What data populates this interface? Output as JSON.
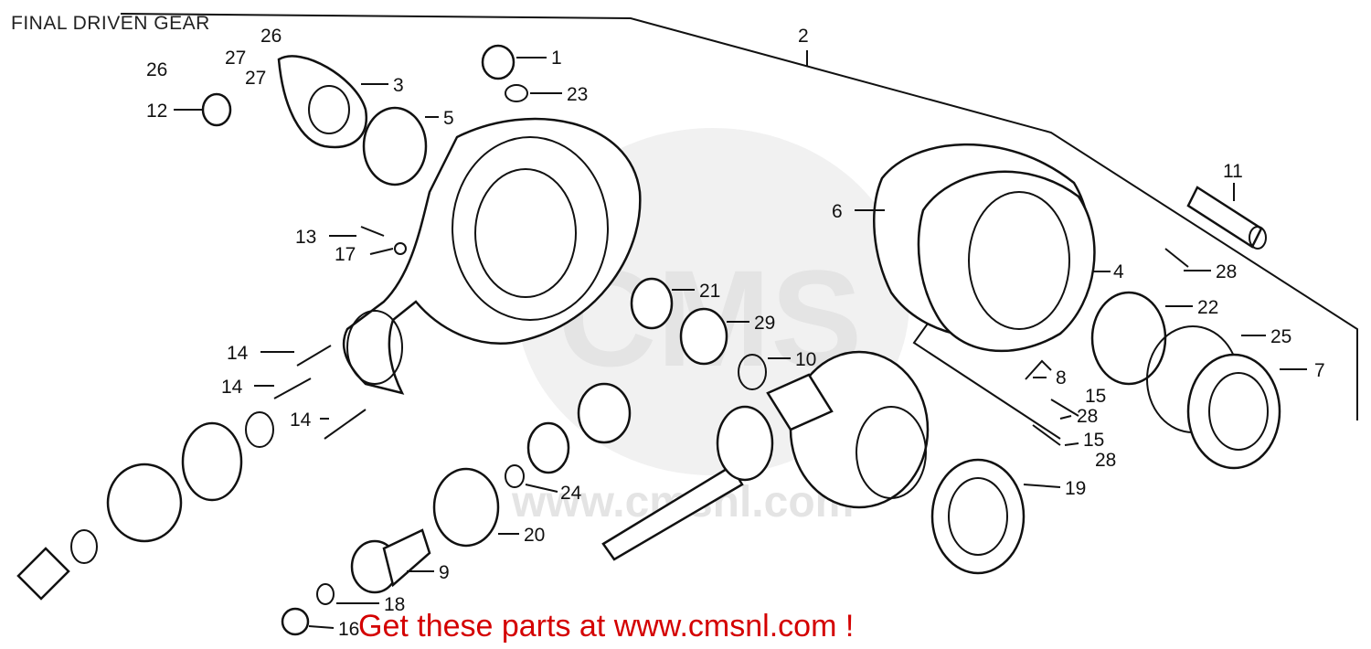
{
  "title": "FINAL DRIVEN GEAR",
  "banner": "Get these parts at www.cmsnl.com !",
  "watermark": {
    "logo": "CMS",
    "url": "www.cmsnl.com"
  },
  "callouts": [
    {
      "id": "c1",
      "label": "1"
    },
    {
      "id": "c2",
      "label": "2"
    },
    {
      "id": "c3",
      "label": "3"
    },
    {
      "id": "c4",
      "label": "4"
    },
    {
      "id": "c5",
      "label": "5"
    },
    {
      "id": "c6",
      "label": "6"
    },
    {
      "id": "c7",
      "label": "7"
    },
    {
      "id": "c8",
      "label": "8"
    },
    {
      "id": "c9",
      "label": "9"
    },
    {
      "id": "c10",
      "label": "10"
    },
    {
      "id": "c11",
      "label": "11"
    },
    {
      "id": "c12",
      "label": "12"
    },
    {
      "id": "c13",
      "label": "13"
    },
    {
      "id": "c14a",
      "label": "14"
    },
    {
      "id": "c14b",
      "label": "14"
    },
    {
      "id": "c14c",
      "label": "14"
    },
    {
      "id": "c15a",
      "label": "15"
    },
    {
      "id": "c15b",
      "label": "15"
    },
    {
      "id": "c16",
      "label": "16"
    },
    {
      "id": "c17",
      "label": "17"
    },
    {
      "id": "c18",
      "label": "18"
    },
    {
      "id": "c19",
      "label": "19"
    },
    {
      "id": "c20",
      "label": "20"
    },
    {
      "id": "c21",
      "label": "21"
    },
    {
      "id": "c22",
      "label": "22"
    },
    {
      "id": "c23",
      "label": "23"
    },
    {
      "id": "c24",
      "label": "24"
    },
    {
      "id": "c25",
      "label": "25"
    },
    {
      "id": "c26a",
      "label": "26"
    },
    {
      "id": "c26b",
      "label": "26"
    },
    {
      "id": "c27a",
      "label": "27"
    },
    {
      "id": "c27b",
      "label": "27"
    },
    {
      "id": "c28a",
      "label": "28"
    },
    {
      "id": "c28b",
      "label": "28"
    },
    {
      "id": "c28c",
      "label": "28"
    },
    {
      "id": "c29",
      "label": "29"
    }
  ]
}
